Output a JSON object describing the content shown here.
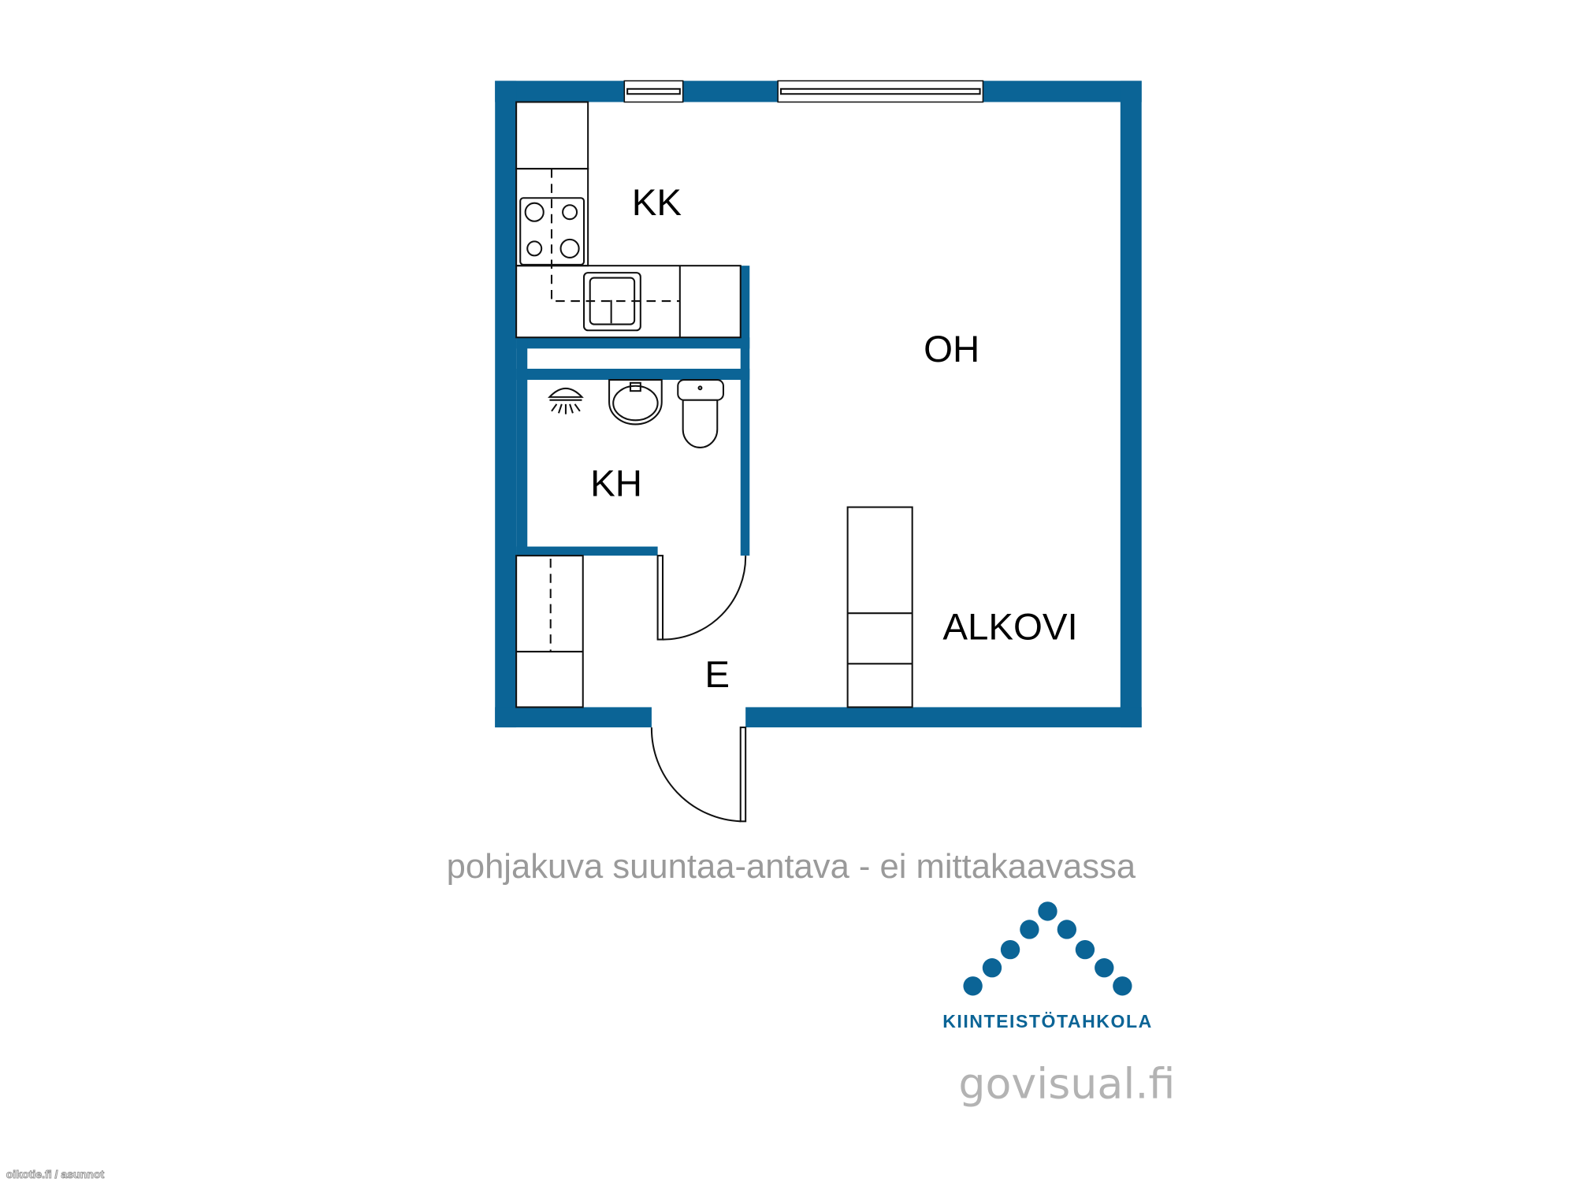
{
  "rooms": {
    "kk": "KK",
    "oh": "OH",
    "kh": "KH",
    "alkovi": "ALKOVI",
    "e": "E"
  },
  "caption": "pohjakuva suuntaa-antava - ei mittakaavassa",
  "logo": {
    "name": "KIINTEISTÖTAHKOLA",
    "color": "#0b6496"
  },
  "credit": "govisual.fi",
  "watermark": "oikotie.fi / asunnot",
  "colors": {
    "wall": "#0b6496",
    "caption": "#9a9a9a"
  }
}
